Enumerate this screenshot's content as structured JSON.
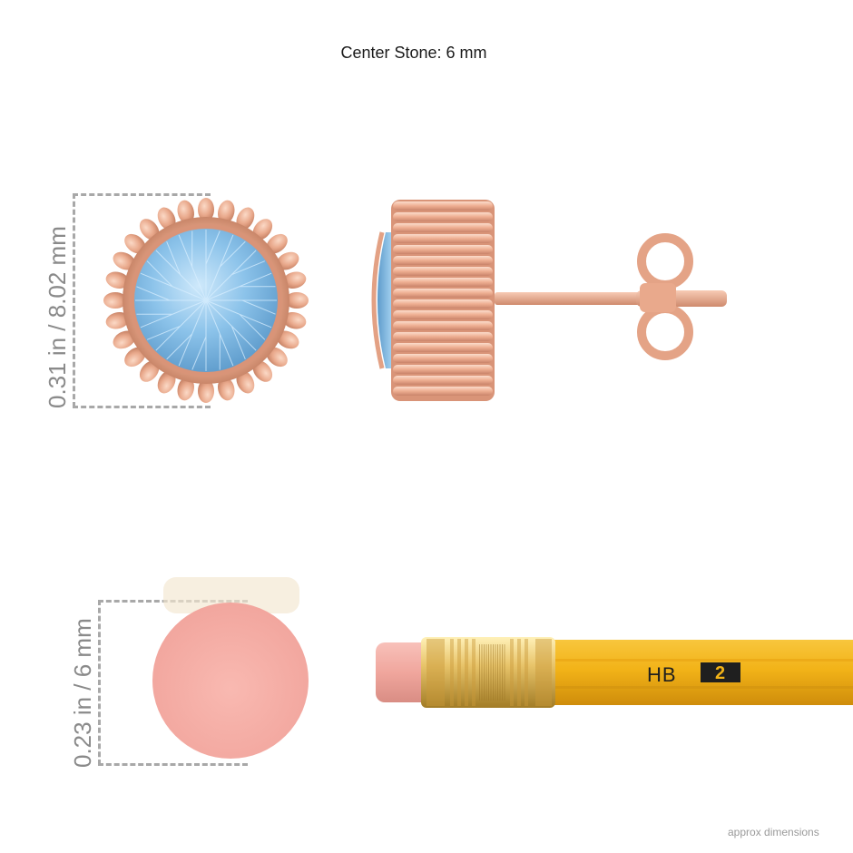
{
  "header": {
    "center_stone": "Center Stone: 6 mm"
  },
  "dimensions": {
    "earring_height": "0.31 in / 8.02 mm",
    "eraser_diameter": "0.23 in / 6 mm"
  },
  "pencil": {
    "grade": "HB",
    "number": "2"
  },
  "footer": {
    "note": "approx dimensions"
  },
  "colors": {
    "rose_gold": "#e9a98c",
    "stone_blue": "#8cc3ea",
    "eraser_pink": "#f6b3ad",
    "pencil_yellow": "#f2b318",
    "ferrule_gold": "#e8c46a"
  }
}
